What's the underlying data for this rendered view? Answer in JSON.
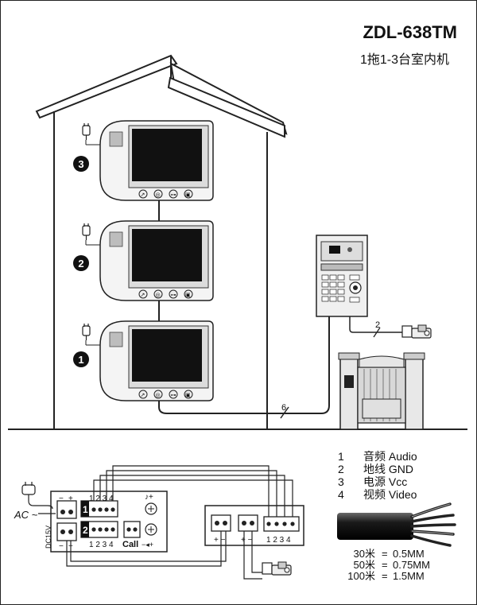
{
  "header": {
    "model": "ZDL-638TM",
    "subtitle": "1拖1-3台室内机"
  },
  "house": {
    "monitor_numbers": [
      "3",
      "2",
      "1"
    ]
  },
  "cables": {
    "outdoor_to_lock": "2",
    "indoor_to_outdoor": "6"
  },
  "wiring_legend": [
    {
      "num": "1",
      "label": "音频 Audio"
    },
    {
      "num": "2",
      "label": "地线 GND"
    },
    {
      "num": "3",
      "label": "电源 Vcc"
    },
    {
      "num": "4",
      "label": "视频 Video"
    }
  ],
  "cable_specs": [
    {
      "length": "30米",
      "eq": "=",
      "size": "0.5MM"
    },
    {
      "length": "50米",
      "eq": "=",
      "size": "0.75MM"
    },
    {
      "length": "100米",
      "eq": "=",
      "size": "1.5MM"
    }
  ],
  "monitor_board": {
    "power_label": "AC ~",
    "dc_label": "DC15V",
    "minus": "−",
    "plus": "+",
    "port1": "1",
    "port2": "2",
    "pins_top": "1 2 3 4",
    "pins_bottom": "1 2 3 4",
    "call_label": "Call",
    "call_symbol": "−◂+",
    "music_symbol": "♪+"
  },
  "outdoor_board": {
    "power_pins": "+ −",
    "lock_pins": "+ −",
    "data_pins": "1 2 3 4"
  }
}
